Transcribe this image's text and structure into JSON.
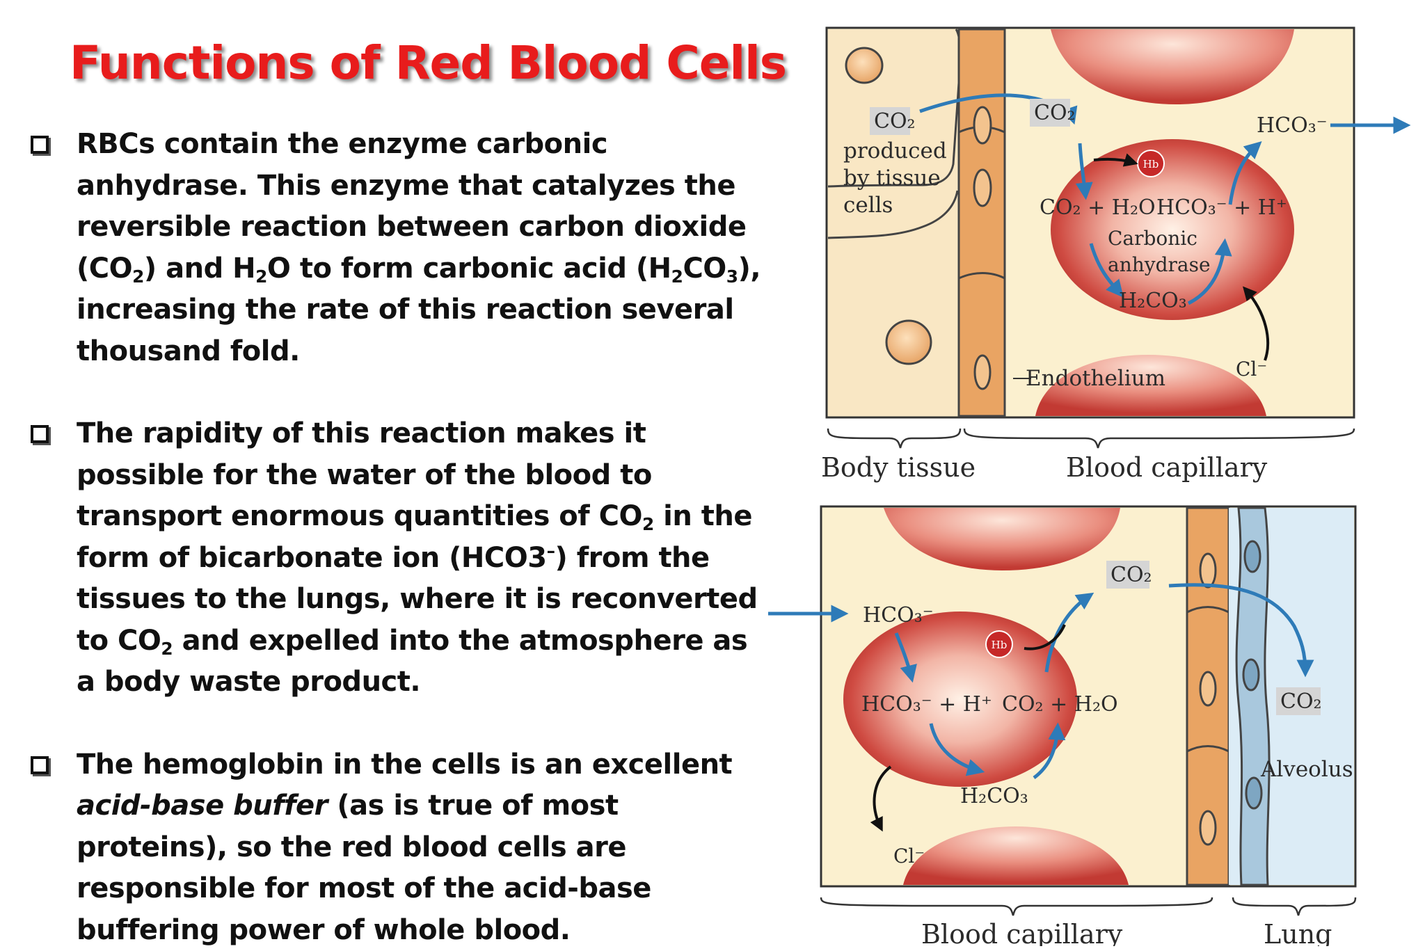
{
  "title": "Functions of Red Blood Cells",
  "bullets": {
    "b1": {
      "p1": "RBCs contain the enzyme carbonic anhydrase. This enzyme that catalyzes the reversible reaction between carbon dioxide (CO",
      "s1": "2",
      "p2": ") and H",
      "s2": "2",
      "p3": "O to form carbonic acid (H",
      "s3": "2",
      "p4": "CO",
      "s4": "3",
      "p5": "), increasing the rate of this reaction several thousand fold."
    },
    "b2": {
      "p1": "The rapidity of this reaction makes it possible for the water of the blood to transport enormous quantities of CO",
      "s1": "2",
      "p2": " in the form of bicarbonate ion (HCO3",
      "sup1": "–",
      "p3": ") from the tissues to the lungs, where it is reconverted to CO",
      "s2": "2",
      "p4": " and expelled into the atmosphere as a body waste product."
    },
    "b3": {
      "p1": "The hemoglobin in the cells is an excellent ",
      "italic": "acid-base buffer",
      "p2": " (as is true of most proteins), so the red blood cells are responsible for most of the acid-base buffering power of whole blood."
    }
  },
  "diagram_top": {
    "co2_tissue": "CO₂",
    "produced_1": "produced",
    "produced_2": "by tissue",
    "produced_3": "cells",
    "co2_capillary": "CO₂",
    "hco3_out": "HCO₃⁻",
    "hb": "Hb",
    "reaction_left": "CO₂ + H₂O",
    "reaction_right": "HCO₃⁻ + H⁺",
    "enzyme_1": "Carbonic",
    "enzyme_2": "anhydrase",
    "h2co3": "H₂CO₃",
    "cl": "Cl⁻",
    "endothelium": "Endothelium",
    "label_body_tissue": "Body tissue",
    "label_blood_capillary": "Blood capillary"
  },
  "diagram_bottom": {
    "hco3_in": "HCO₃⁻",
    "co2_out": "CO₂",
    "hb": "Hb",
    "reaction_left": "HCO₃⁻ + H⁺",
    "reaction_right": "CO₂ + H₂O",
    "h2co3": "H₂CO₃",
    "cl": "Cl⁻",
    "co2_alveolus": "CO₂",
    "alveolus": "Alveolus",
    "label_blood_capillary": "Blood capillary",
    "label_lung": "Lung"
  },
  "colors": {
    "title_red": "#e81c1c",
    "arrow_blue": "#2e7bb8",
    "tissue_bg": "#f9e7c4",
    "plasma_bg": "#fbf0cf",
    "rbc_red": "#c9463e",
    "endothelium_orange": "#e9a463",
    "alveolus_blue": "#dcecf6"
  }
}
